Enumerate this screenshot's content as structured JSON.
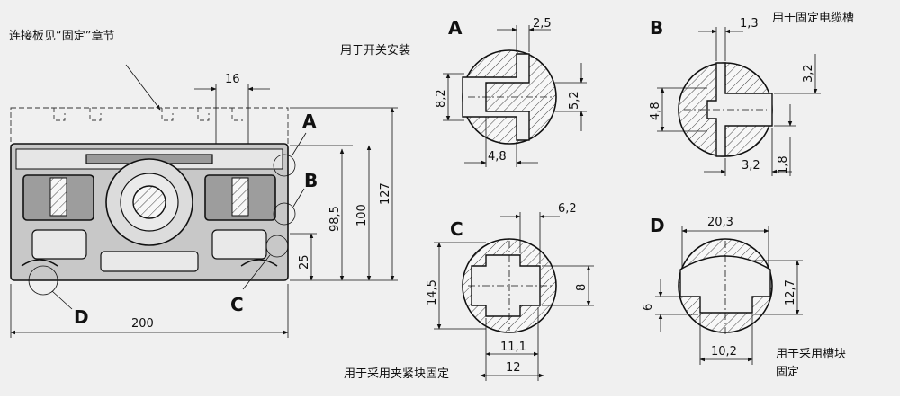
{
  "labels": {
    "connector_note": "连接板见“固定”章节",
    "switch_note": "用于开关安装",
    "cable_note": "用于固定电缆槽",
    "clamp_note": "用于采用夹紧块固定",
    "slot_note_1": "用于采用槽块",
    "slot_note_2": "固定"
  },
  "main_view": {
    "dim_top": "16",
    "dim_width": "200",
    "dim_h1": "98,5",
    "dim_h2": "100",
    "dim_h3": "127",
    "dim_h4": "25",
    "callouts": [
      "A",
      "B",
      "C",
      "D"
    ]
  },
  "detail_A": {
    "letter": "A",
    "d1": "2,5",
    "d2": "8,2",
    "d3": "5,2",
    "d4": "4,8"
  },
  "detail_B": {
    "letter": "B",
    "d1": "1,3",
    "d2": "3,2",
    "d3": "4,8",
    "d4": "3,2",
    "d5": "1,8"
  },
  "detail_C": {
    "letter": "C",
    "d1": "6,2",
    "d2": "14,5",
    "d3": "8",
    "d4": "11,1",
    "d5": "12"
  },
  "detail_D": {
    "letter": "D",
    "d1": "20,3",
    "d2": "6",
    "d3": "12,7",
    "d4": "10,2"
  },
  "colors": {
    "background": "#f0f0f0",
    "body_fill": "#c8c8c8",
    "hatch": "#7a7a7a",
    "line": "#111111"
  }
}
